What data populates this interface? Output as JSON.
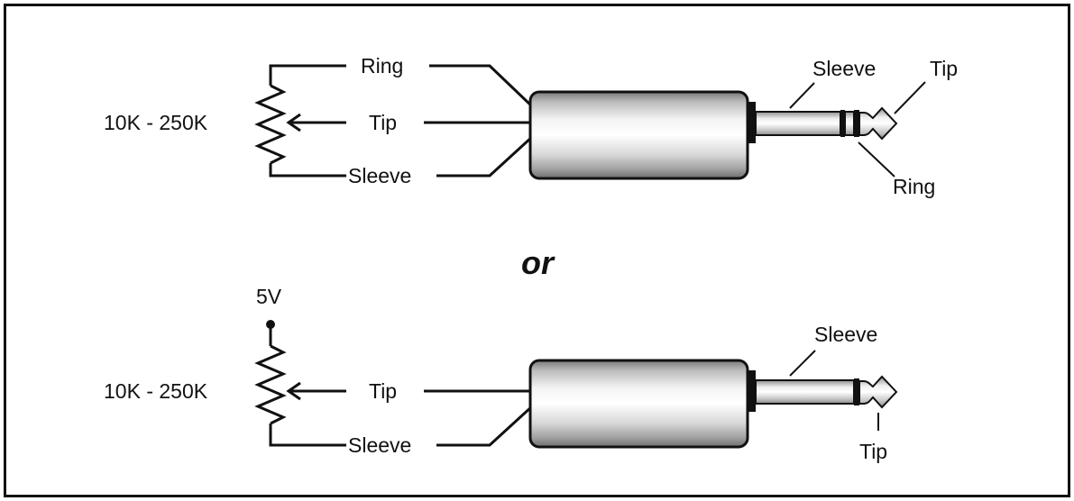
{
  "top_circuit": {
    "resistor_label": "10K - 250K",
    "wire_labels": {
      "ring": "Ring",
      "tip": "Tip",
      "sleeve": "Sleeve"
    },
    "plug_labels": {
      "sleeve": "Sleeve",
      "tip": "Tip",
      "ring": "Ring"
    }
  },
  "separator": "or",
  "bottom_circuit": {
    "supply_label": "5V",
    "resistor_label": "10K - 250K",
    "wire_labels": {
      "tip": "Tip",
      "sleeve": "Sleeve"
    },
    "plug_labels": {
      "sleeve": "Sleeve",
      "tip": "Tip"
    }
  }
}
